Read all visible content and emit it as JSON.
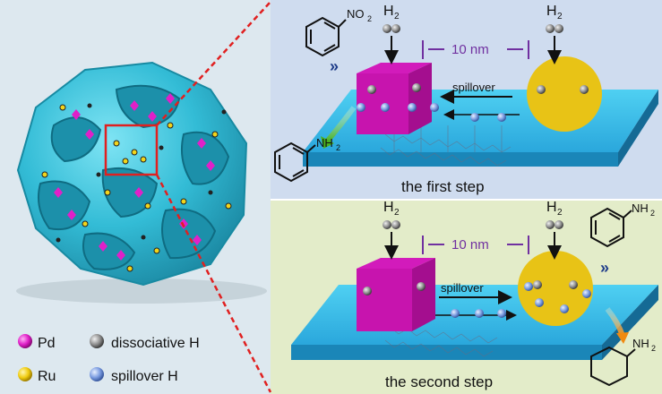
{
  "legend": {
    "pd": "Pd",
    "ru": "Ru",
    "dissociative_h": "dissociative H",
    "spillover_h": "spillover H"
  },
  "step1": {
    "h2_left": "H",
    "h2_right": "H",
    "h2_sub": "2",
    "distance": "10 nm",
    "spillover": "spillover",
    "caption": "the first step",
    "nitro_label": "NO",
    "nitro_sub": "2",
    "amine_label": "NH",
    "amine_sub": "2"
  },
  "step2": {
    "h2_left": "H",
    "h2_right": "H",
    "h2_sub": "2",
    "distance": "10 nm",
    "spillover": "spillover",
    "caption": "the second step",
    "aniline_label": "NH",
    "aniline_sub": "2",
    "cyclohexylamine_label": "NH",
    "cyclohexylamine_sub": "2"
  },
  "colors": {
    "left_bg": "#dde8ef",
    "top_bg": "#cfdcef",
    "bottom_bg": "#e3ecc9",
    "sphere": "#3ec6de",
    "pd": "#e020c8",
    "ru": "#f2d51a",
    "accent": "#7030a0",
    "callout": "#e02020"
  }
}
